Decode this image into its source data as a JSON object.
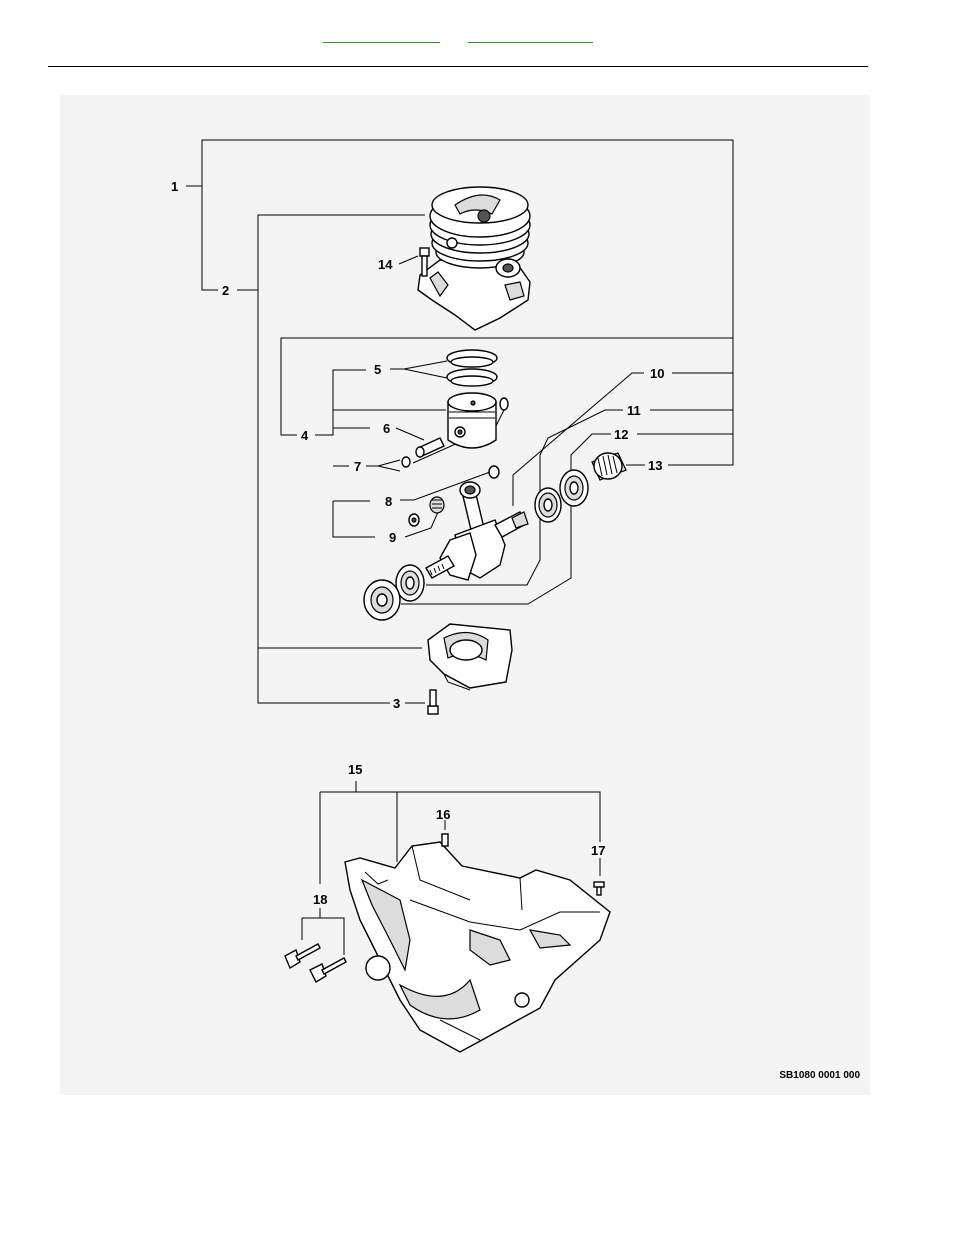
{
  "header": {
    "links": [
      "",
      ""
    ]
  },
  "diagram": {
    "reference_code": "SB1080 0001 000",
    "callouts": [
      "1",
      "2",
      "3",
      "4",
      "5",
      "6",
      "7",
      "8",
      "9",
      "10",
      "11",
      "12",
      "13",
      "14",
      "15",
      "16",
      "17",
      "18"
    ],
    "icons": {
      "cylinder": "engine-cylinder-icon",
      "piston": "piston-icon",
      "crankshaft": "crankshaft-icon",
      "bearing": "bearing-icon",
      "crankcase": "crankcase-icon"
    }
  }
}
